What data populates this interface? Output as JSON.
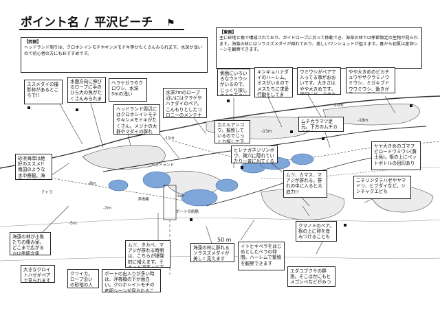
{
  "header": {
    "title_prefix": "ポイント名",
    "separator": "/",
    "title_name": "平沢ビーチ",
    "logo_icon": "diver-flag-icon"
  },
  "description_left": {
    "heading": "【西側】",
    "text": "ヘッドランド周りは、クロホシイシモチやキンメモドキ等がたくさんみられます。水深が浅いので初心者の方にもおすすめです。"
  },
  "description_right": {
    "heading": "【東側】",
    "text": "主に砂地と根で構成されており、ガイドロープに沿って移動でき、海草の林では季節限定の生物が見られます。海藻の林にはソラスズメダイが群れており、美しいワンショットが狙えます。春から初夏は産卵シーンを観察できます。"
  },
  "callouts": [
    {
      "id": "c1",
      "text": "ススメダイの撮影枠があるところで!!"
    },
    {
      "id": "c2",
      "text": "水面方向に伸びるロープに手のひら大の魚がたくさんみられます"
    },
    {
      "id": "c3",
      "text": "ヘラヤガラやクロウシ、水深5mの浅い"
    },
    {
      "id": "c4",
      "text": "ヘッドランド周辺にはクロホシイシモチやキンメモドキがたくさん。メジナの大群やマダイの群れも!!"
    },
    {
      "id": "c5",
      "text": "水深7mのロープ沿いにはクラゲやハナダイのペア。こんもりとしたコロニーのメンテナンスもしてます"
    },
    {
      "id": "c6",
      "text": "側面にいろいろなウミウシがいるので、じっくり探してみて下さい"
    },
    {
      "id": "c7",
      "text": "キンギョハナダイのハーレム。オスがいるのでメスたちに求愛行動をしてます。アカオビハナダイも混ざります"
    },
    {
      "id": "c8",
      "text": "ウミウシがペアで入ってる事がおおいです。大きさはやや大きめです。目印にピーク点を目指してください"
    },
    {
      "id": "c9",
      "text": "やや大きめのピカチュウやサクラミノウミウシ、ミガキブドウウミウシ、動きが早いので見逃さないで下さい"
    },
    {
      "id": "c10",
      "text": "砂浜海岸は絶好のススメ!! 南国のような水中景観。海藻の林がダイブ場所です"
    },
    {
      "id": "c11",
      "text": "カエルアンコウ。擬態しているのでじっくり探して下さい"
    },
    {
      "id": "c12",
      "text": "ヒレナガネジリンボウ、巣穴に隠れていたり一斉に出てくる"
    },
    {
      "id": "c13",
      "text": "ムチカラマツ足元。下方のムチカラマツ"
    },
    {
      "id": "c14",
      "text": "ヤヤ大きめのゴマフビロードウミウシ(黄土色)。根の上にペットボトルの目印あり"
    },
    {
      "id": "c15",
      "text": "ムツ、カマス、マアジが群れる。群れの中に入ると大迫力!!"
    },
    {
      "id": "c16",
      "text": "ニチリンダテハゼやヤマドリ、ヒブダイなど。シンチャクエビも"
    },
    {
      "id": "c17",
      "text": "海藻の林が小魚たちの棲み家。どこまで広がるかは季節次第"
    },
    {
      "id": "c18",
      "text": "ムツ、タカベ、マアジが群れる時期は、こちらが爆発的に増えます。そうっと近寄って下さい"
    },
    {
      "id": "c19",
      "text": "大きなクロイトハゼがペアで見られます"
    },
    {
      "id": "c20",
      "text": "クツイカ。ロープ沿いの砂地の人形が目印"
    },
    {
      "id": "c21",
      "text": "ボートの出入りが多い時は、浮桟橋の下が面白い。クロホシイシモチの産卵シーンが見られることも"
    },
    {
      "id": "c22",
      "text": "海藻の林に群れるソラスズメダイが美しく見えます"
    },
    {
      "id": "c23",
      "text": "イトヒキベラをはじめとしたベラの仲間。ハーレムで繁殖を観察できます"
    },
    {
      "id": "c24",
      "text": "クマノミのペア。根の上に卵を産みつけることも"
    },
    {
      "id": "c25",
      "text": "エダコブクサの群落。そこほかにもヒメゴンベなどがみつかる"
    }
  ],
  "map_labels": {
    "scale_label": "50 m",
    "depth_markers": [
      "-11m",
      "-8m",
      "-7m",
      "-5m",
      "-13m",
      "-18m",
      "-20m",
      "-5m"
    ],
    "area_labels": [
      "ヘッドランド",
      "ボートの航路",
      "浮桟橋",
      "テトラ"
    ]
  },
  "colors": {
    "seagrass": "#7fa6d9",
    "seagrass_edge": "#3e6aa8",
    "line": "#222222",
    "background": "#ffffff"
  }
}
